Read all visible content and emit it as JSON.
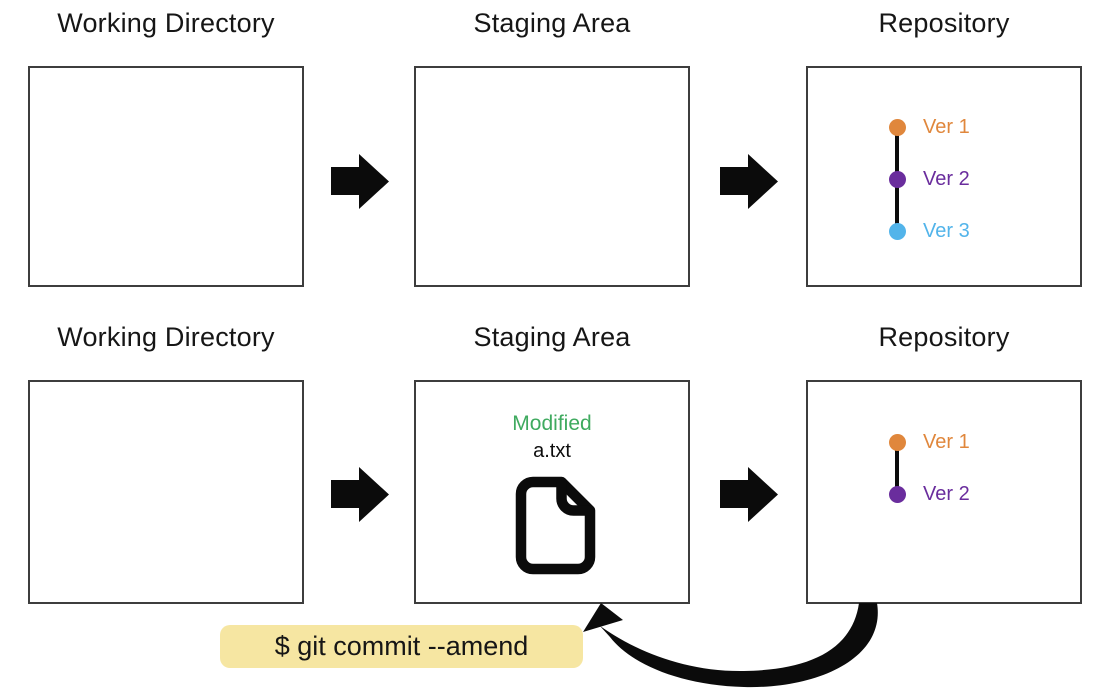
{
  "colors": {
    "ver1_orange": "#E0873C",
    "ver2_purple": "#6A2D9D",
    "ver3_blue": "#52B4EA",
    "modified_green": "#3FAA5F",
    "command_bg_yellow": "#F6E6A2",
    "arrow_black": "#0B0B0B",
    "box_border_gray": "#3D3D3D"
  },
  "icons": {
    "file": "file-icon (document with folded corner)",
    "flow": "arrow-right-icon (solid block arrow)",
    "amend": "curved-arrow-icon (loops from Repository back to Staging Area)"
  },
  "rows": [
    {
      "working_directory": {
        "title": "Working Directory"
      },
      "staging_area": {
        "title": "Staging Area"
      },
      "repository": {
        "title": "Repository",
        "commits": [
          {
            "label": "Ver 1",
            "color": "#E0873C"
          },
          {
            "label": "Ver 2",
            "color": "#6A2D9D"
          },
          {
            "label": "Ver 3",
            "color": "#52B4EA"
          }
        ]
      }
    },
    {
      "working_directory": {
        "title": "Working Directory"
      },
      "staging_area": {
        "title": "Staging Area",
        "file_status": "Modified",
        "file_name": "a.txt"
      },
      "repository": {
        "title": "Repository",
        "commits": [
          {
            "label": "Ver 1",
            "color": "#E0873C"
          },
          {
            "label": "Ver 2",
            "color": "#6A2D9D"
          }
        ]
      }
    }
  ],
  "command": {
    "text": "$ git commit --amend"
  }
}
